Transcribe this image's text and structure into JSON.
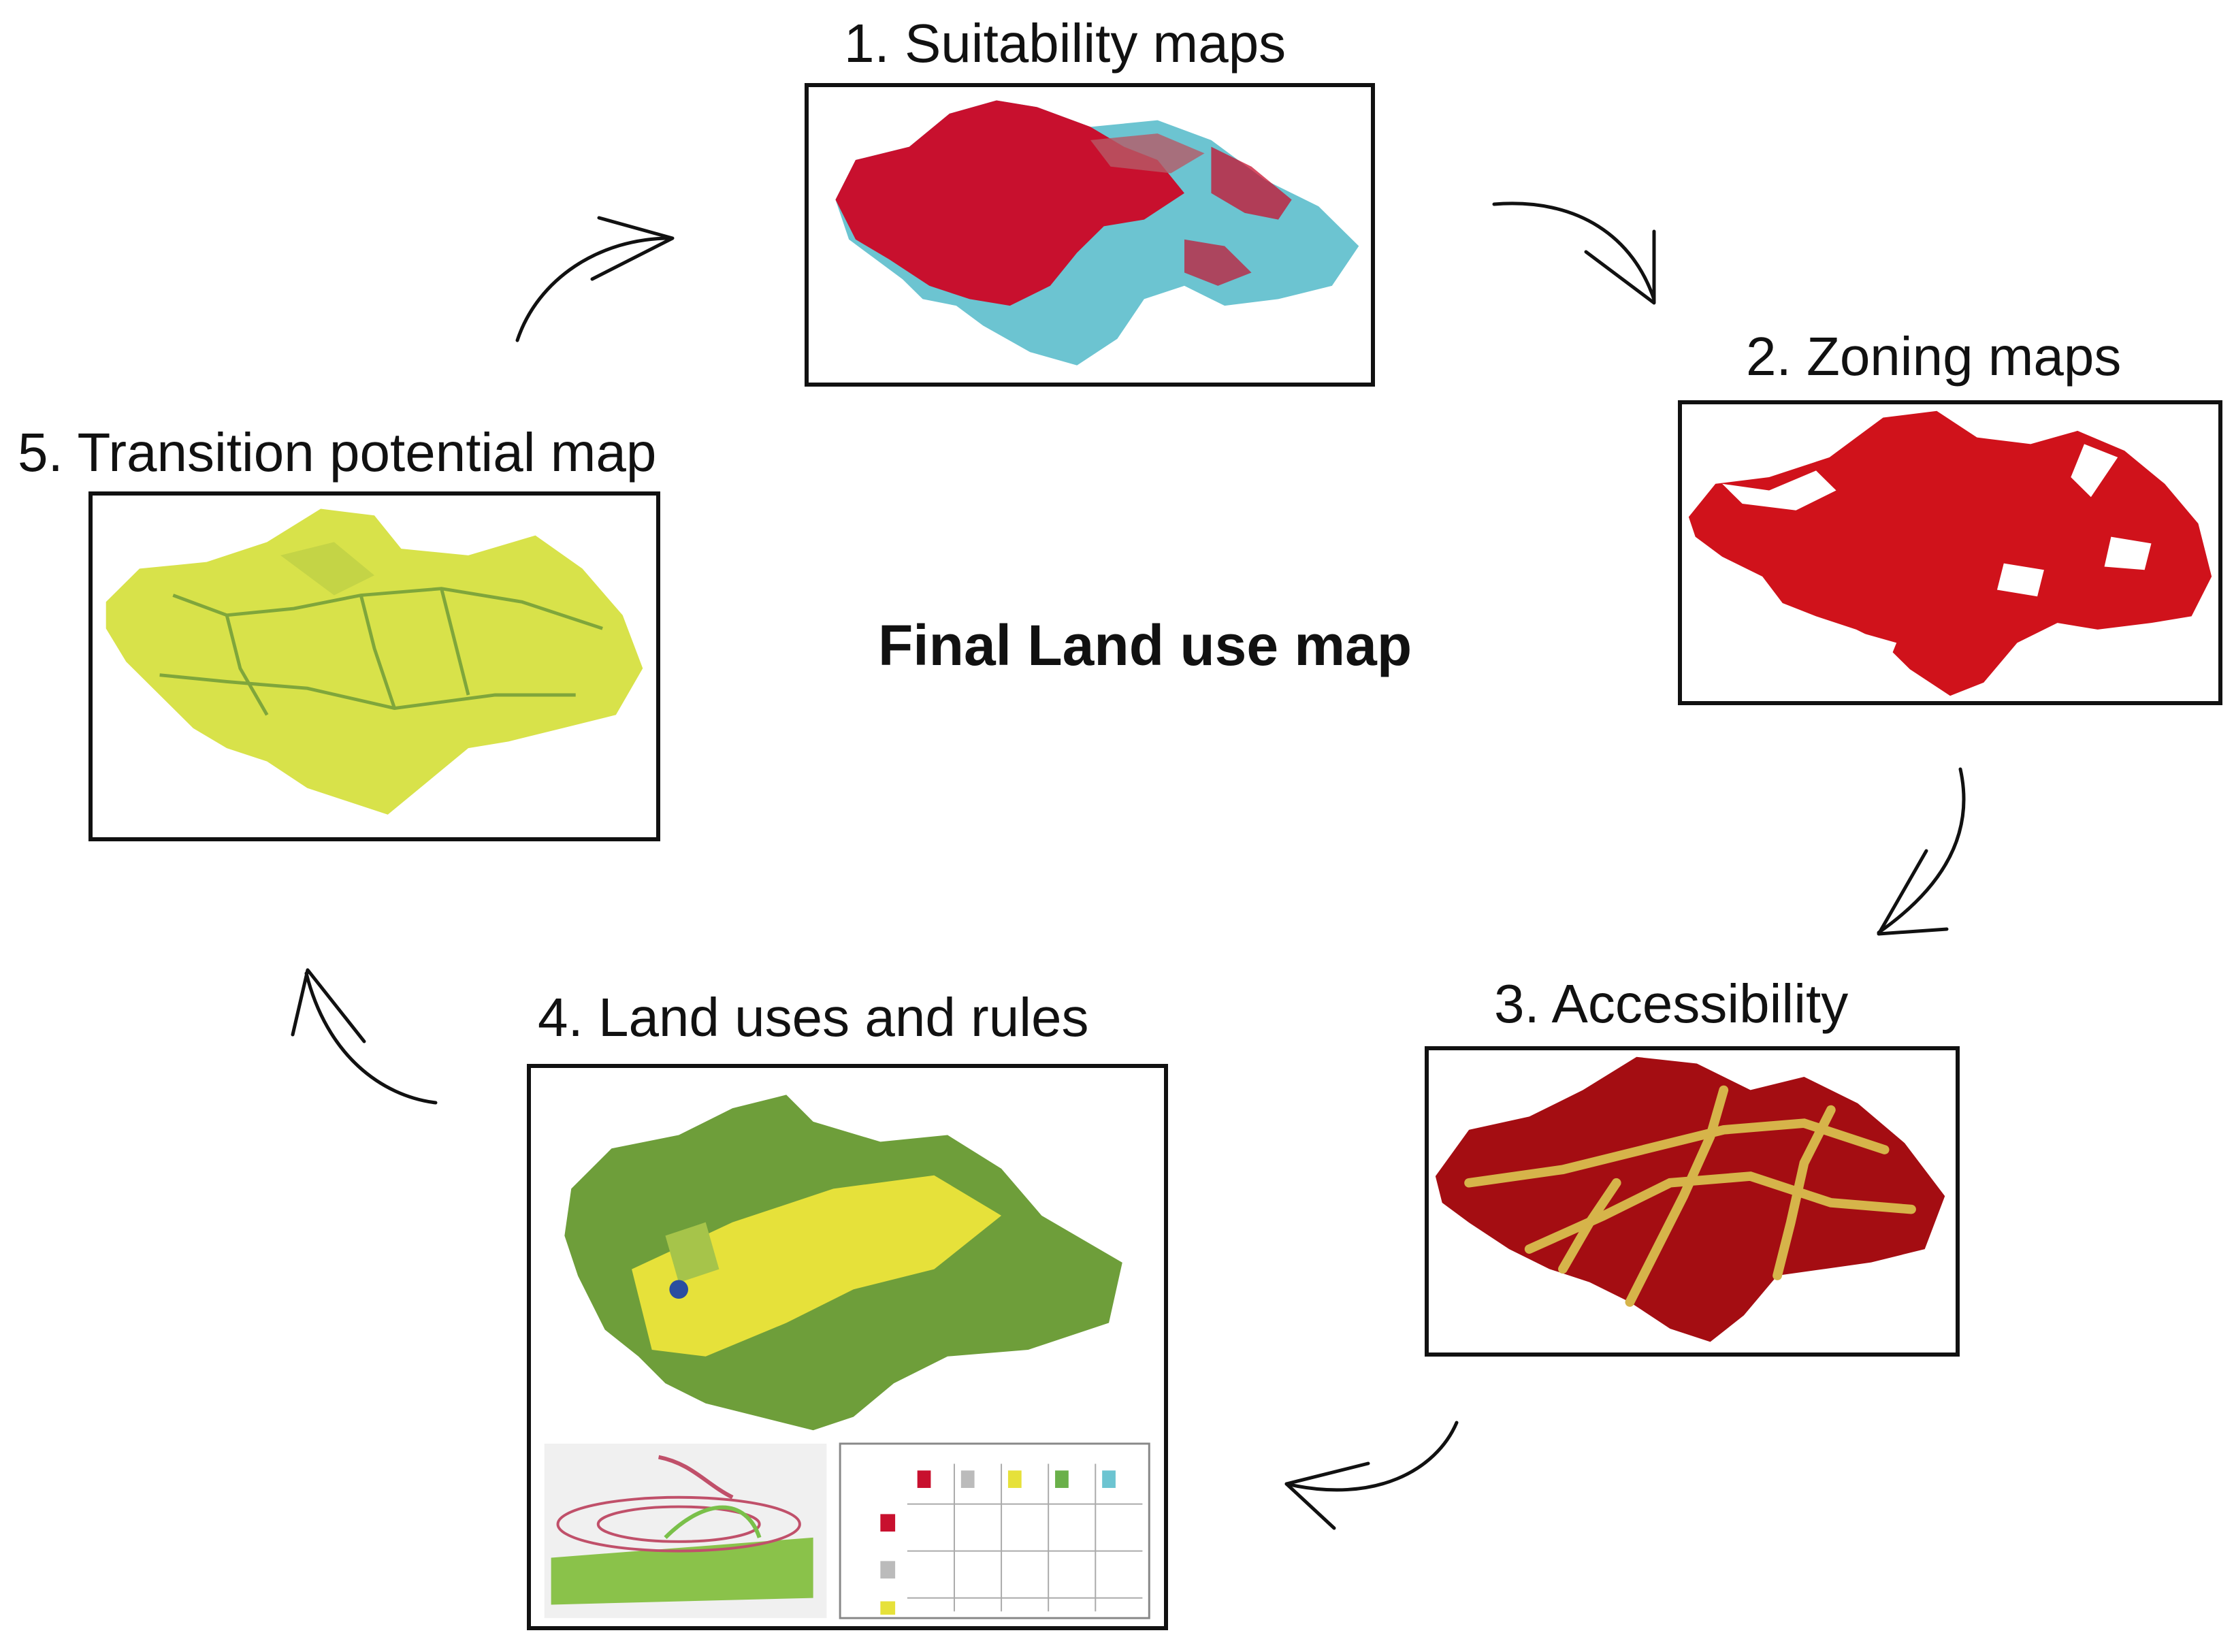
{
  "title": "Final Land use map",
  "steps": [
    {
      "label": "1. Suitability maps",
      "icon": "suitability-map-thumbnail"
    },
    {
      "label": "2. Zoning maps",
      "icon": "zoning-map-thumbnail"
    },
    {
      "label": "3. Accessibility",
      "icon": "accessibility-map-thumbnail"
    },
    {
      "label": "4. Land uses and rules",
      "icon": "land-uses-map-thumbnail"
    },
    {
      "label": "5. Transition potential map",
      "icon": "transition-potential-map-thumbnail"
    }
  ],
  "colors": {
    "suitability_red": "#c8102e",
    "suitability_cyan": "#6cc4d1",
    "zoning_red": "#d0121b",
    "accessibility_red": "#a40d12",
    "accessibility_tan": "#d6b44a",
    "landuse_green": "#6e9e3a",
    "landuse_yellow": "#e6e13a",
    "transition_yellow": "#d8e24a",
    "transition_green": "#7fa63b"
  },
  "diagram": {
    "type": "cycle",
    "direction": "clockwise"
  }
}
